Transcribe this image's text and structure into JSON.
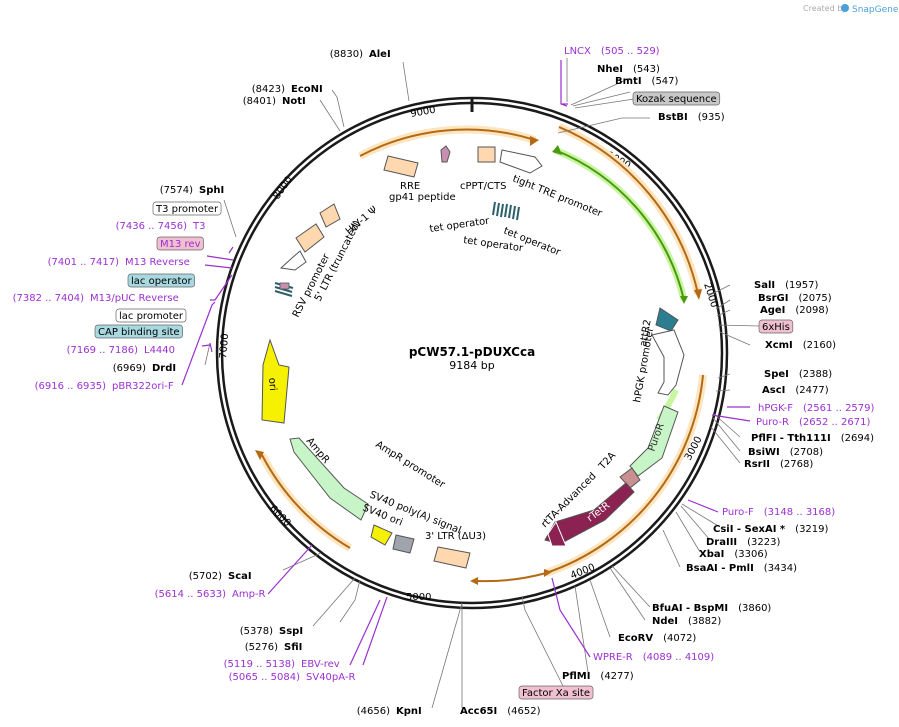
{
  "watermark": "Created by",
  "brand": "SnapGene",
  "plasmid": {
    "name": "pCW57.1-pDUXCca",
    "size": "9184 bp"
  },
  "colors": {
    "backbone": "#1a1a1a",
    "feature_ring": "#f5b25a",
    "primer": "#9b30d0",
    "promoter_fill": "#ffffff",
    "origin": "#f5f100",
    "marker": "#c8f5c8",
    "rtta": "#8b2252",
    "misc": "#ffd8b0",
    "operator": "#2b5f6b",
    "site_label_gray": "#c8c8c8",
    "site_label_teal": "#a8d8e0",
    "site_label_pink": "#f0c0d0"
  },
  "ticks": [
    "1000",
    "2000",
    "3000",
    "4000",
    "5000",
    "6000",
    "7000",
    "8000",
    "9000"
  ],
  "features": [
    {
      "label": "tight TRE promoter"
    },
    {
      "label": "cPPT/CTS"
    },
    {
      "label": "RRE"
    },
    {
      "label": "gp41 peptide"
    },
    {
      "label": "tet operator"
    },
    {
      "label": "tet operator"
    },
    {
      "label": "tet operator"
    },
    {
      "label": "HIV-1 Ψ"
    },
    {
      "label": "5' LTR (truncated)"
    },
    {
      "label": "RSV promoter"
    },
    {
      "label": "attR2"
    },
    {
      "label": "hPGK promoter"
    },
    {
      "label": "PuroR"
    },
    {
      "label": "T2A"
    },
    {
      "label": "rtTA-Advanced"
    },
    {
      "label": "rTetR"
    },
    {
      "label": "3' LTR (ΔU3)"
    },
    {
      "label": "SV40 poly(A) signal"
    },
    {
      "label": "SV40 ori"
    },
    {
      "label": "AmpR promoter"
    },
    {
      "label": "AmpR"
    },
    {
      "label": "ori"
    }
  ],
  "sites": [
    {
      "name": "AleI",
      "pos": "(8830)",
      "color": "#000000"
    },
    {
      "name": "LNCX",
      "pos": "(505 .. 529)",
      "color": "#9b30d0"
    },
    {
      "name": "NheI",
      "pos": "(543)",
      "color": "#000000"
    },
    {
      "name": "BmtI",
      "pos": "(547)",
      "color": "#000000"
    },
    {
      "name": "Kozak sequence",
      "pos": "",
      "color": "#000000"
    },
    {
      "name": "BstBI",
      "pos": "(935)",
      "color": "#000000"
    },
    {
      "name": "EcoNI",
      "pos": "(8423)",
      "color": "#000000"
    },
    {
      "name": "NotI",
      "pos": "(8401)",
      "color": "#000000"
    },
    {
      "name": "SphI",
      "pos": "(7574)",
      "color": "#000000"
    },
    {
      "name": "T3 promoter",
      "pos": "",
      "color": "#000000"
    },
    {
      "name": "T3",
      "pos": "(7436 .. 7456)",
      "color": "#9b30d0"
    },
    {
      "name": "M13 rev",
      "pos": "",
      "color": "#9b30d0"
    },
    {
      "name": "M13 Reverse",
      "pos": "(7401 .. 7417)",
      "color": "#9b30d0"
    },
    {
      "name": "lac operator",
      "pos": "",
      "color": "#000000"
    },
    {
      "name": "M13/pUC Reverse",
      "pos": "(7382 .. 7404)",
      "color": "#9b30d0"
    },
    {
      "name": "lac promoter",
      "pos": "",
      "color": "#000000"
    },
    {
      "name": "CAP binding site",
      "pos": "",
      "color": "#000000"
    },
    {
      "name": "L4440",
      "pos": "(7169 .. 7186)",
      "color": "#9b30d0"
    },
    {
      "name": "DrdI",
      "pos": "(6969)",
      "color": "#000000"
    },
    {
      "name": "pBR322ori-F",
      "pos": "(6916 .. 6935)",
      "color": "#9b30d0"
    },
    {
      "name": "SalI",
      "pos": "(1957)",
      "color": "#000000"
    },
    {
      "name": "BsrGI",
      "pos": "(2075)",
      "color": "#000000"
    },
    {
      "name": "AgeI",
      "pos": "(2098)",
      "color": "#000000"
    },
    {
      "name": "6xHis",
      "pos": "",
      "color": "#000000"
    },
    {
      "name": "XcmI",
      "pos": "(2160)",
      "color": "#000000"
    },
    {
      "name": "SpeI",
      "pos": "(2388)",
      "color": "#000000"
    },
    {
      "name": "AscI",
      "pos": "(2477)",
      "color": "#000000"
    },
    {
      "name": "hPGK-F",
      "pos": "(2561 .. 2579)",
      "color": "#9b30d0"
    },
    {
      "name": "Puro-R",
      "pos": "(2652 .. 2671)",
      "color": "#9b30d0"
    },
    {
      "name": "PflFI - Tth111I",
      "pos": "(2694)",
      "color": "#000000"
    },
    {
      "name": "BsiWI",
      "pos": "(2708)",
      "color": "#000000"
    },
    {
      "name": "RsrII",
      "pos": "(2768)",
      "color": "#000000"
    },
    {
      "name": "Puro-F",
      "pos": "(3148 .. 3168)",
      "color": "#9b30d0"
    },
    {
      "name": "CsiI - SexAI *",
      "pos": "(3219)",
      "color": "#000000"
    },
    {
      "name": "DraIII",
      "pos": "(3223)",
      "color": "#000000"
    },
    {
      "name": "XbaI",
      "pos": "(3306)",
      "color": "#000000"
    },
    {
      "name": "BsaAI - PmlI",
      "pos": "(3434)",
      "color": "#000000"
    },
    {
      "name": "BfuAI - BspMI",
      "pos": "(3860)",
      "color": "#000000"
    },
    {
      "name": "NdeI",
      "pos": "(3882)",
      "color": "#000000"
    },
    {
      "name": "EcoRV",
      "pos": "(4072)",
      "color": "#000000"
    },
    {
      "name": "WPRE-R",
      "pos": "(4089 .. 4109)",
      "color": "#9b30d0"
    },
    {
      "name": "PflMI",
      "pos": "(4277)",
      "color": "#000000"
    },
    {
      "name": "Factor Xa site",
      "pos": "",
      "color": "#000000"
    },
    {
      "name": "KpnI",
      "pos": "(4656)",
      "color": "#000000"
    },
    {
      "name": "Acc65I",
      "pos": "(4652)",
      "color": "#000000"
    },
    {
      "name": "ScaI",
      "pos": "(5702)",
      "color": "#000000"
    },
    {
      "name": "Amp-R",
      "pos": "(5614 .. 5633)",
      "color": "#9b30d0"
    },
    {
      "name": "SspI",
      "pos": "(5378)",
      "color": "#000000"
    },
    {
      "name": "SfiI",
      "pos": "(5276)",
      "color": "#000000"
    },
    {
      "name": "EBV-rev",
      "pos": "(5119 .. 5138)",
      "color": "#9b30d0"
    },
    {
      "name": "SV40pA-R",
      "pos": "(5065 .. 5084)",
      "color": "#9b30d0"
    }
  ]
}
